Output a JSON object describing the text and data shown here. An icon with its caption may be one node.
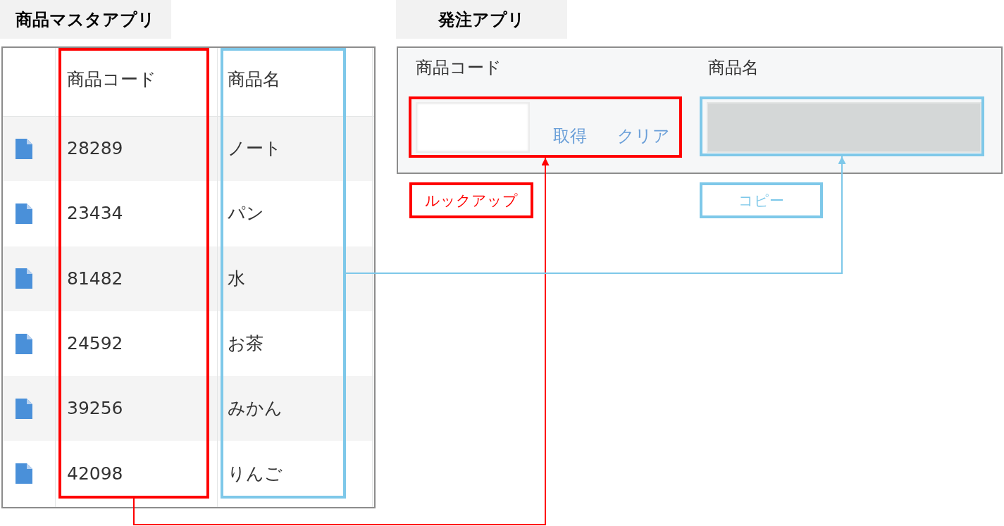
{
  "diagram": {
    "nodes": [
      {
        "text": [
          "商品マスタアプリ"
        ]
      },
      {
        "text": [],
        "shape": "box"
      },
      {
        "text": [
          "商品コード",
          "28289",
          "23434",
          "81482",
          "24592",
          "39256",
          "42098"
        ],
        "in": 1
      },
      {
        "text": [
          "商品名",
          "ノート",
          "パン",
          "水",
          "お茶",
          "みかん",
          "りんご"
        ],
        "in": 1
      },
      {
        "text": [
          "発注アプリ"
        ]
      },
      {
        "text": [],
        "shape": "box"
      },
      {
        "text": [
          "商品コード",
          "取得",
          "クリア"
        ],
        "in": 5
      },
      {
        "text": [
          "商品名"
        ],
        "in": 5
      },
      {
        "text": [
          "ルックアップ"
        ]
      },
      {
        "text": [
          "コピー"
        ]
      }
    ],
    "edges": [
      {
        "from": 2,
        "to": 6,
        "arrow": "to",
        "color": "#ff0000"
      },
      {
        "from": 3,
        "to": 7,
        "arrow": "to",
        "color": "#7ec8e9"
      }
    ]
  }
}
